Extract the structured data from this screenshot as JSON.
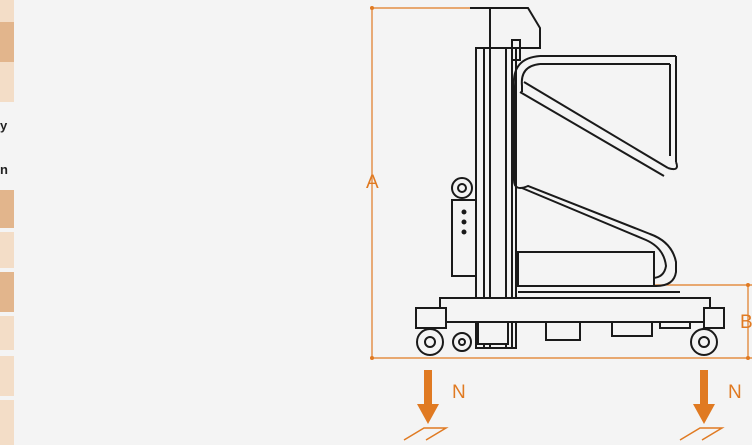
{
  "sidebar": {
    "cut_text_1": "y",
    "cut_text_2": "n"
  },
  "diagram": {
    "label_a": "A",
    "label_b": "B",
    "label_n_left": "N",
    "label_n_right": "N"
  },
  "colors": {
    "accent": "#e07a22",
    "strip_orange": "#e2b58c",
    "strip_light": "#f3ddc7",
    "line": "#1a1a1a"
  }
}
